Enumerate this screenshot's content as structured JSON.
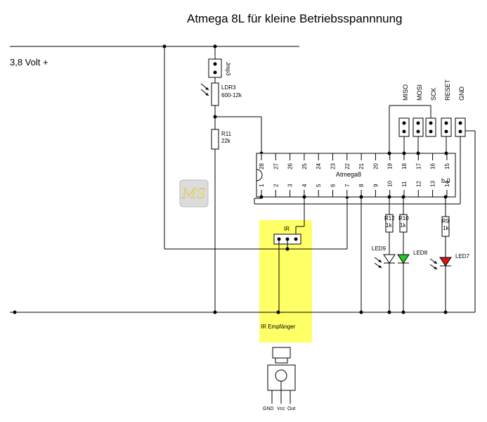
{
  "title": "Atmega 8L für kleine Betriebsspannnung",
  "supply_label": "3,8 Volt +",
  "chip": {
    "name": "Atmega8",
    "revision": "b.0",
    "top_pins": [
      "28",
      "27",
      "26",
      "25",
      "24",
      "23",
      "22",
      "21",
      "20",
      "19",
      "18",
      "17",
      "16",
      "15"
    ],
    "bottom_pins": [
      "1",
      "2",
      "3",
      "4",
      "5",
      "6",
      "7",
      "8",
      "9",
      "10",
      "11",
      "12",
      "13",
      "14"
    ]
  },
  "jumper": {
    "label": "Jmp3"
  },
  "ldr": {
    "label": "LDR3",
    "value": "600-12k"
  },
  "r11": {
    "label": "R11",
    "value": "22k"
  },
  "r12": {
    "label": "R12",
    "value": "1k"
  },
  "r10": {
    "label": "R10",
    "value": "1k"
  },
  "r9": {
    "label": "R9",
    "value": "1k"
  },
  "leds": {
    "led9": "LED9",
    "led8": "LED8",
    "led7": "LED7"
  },
  "led_colors": {
    "led9": "#ffffff",
    "led8": "#22cc22",
    "led7": "#dd1111"
  },
  "isp_labels": [
    "MISO",
    "MOSI",
    "SCK",
    "RESET",
    "GND"
  ],
  "ir": {
    "connector_label": "IR",
    "receiver_label": "IR Empfänger",
    "highlight_color": "#ffff66"
  },
  "ir_package_pins": [
    "GND",
    "Vcc",
    "Out"
  ],
  "logo_text": "MS"
}
